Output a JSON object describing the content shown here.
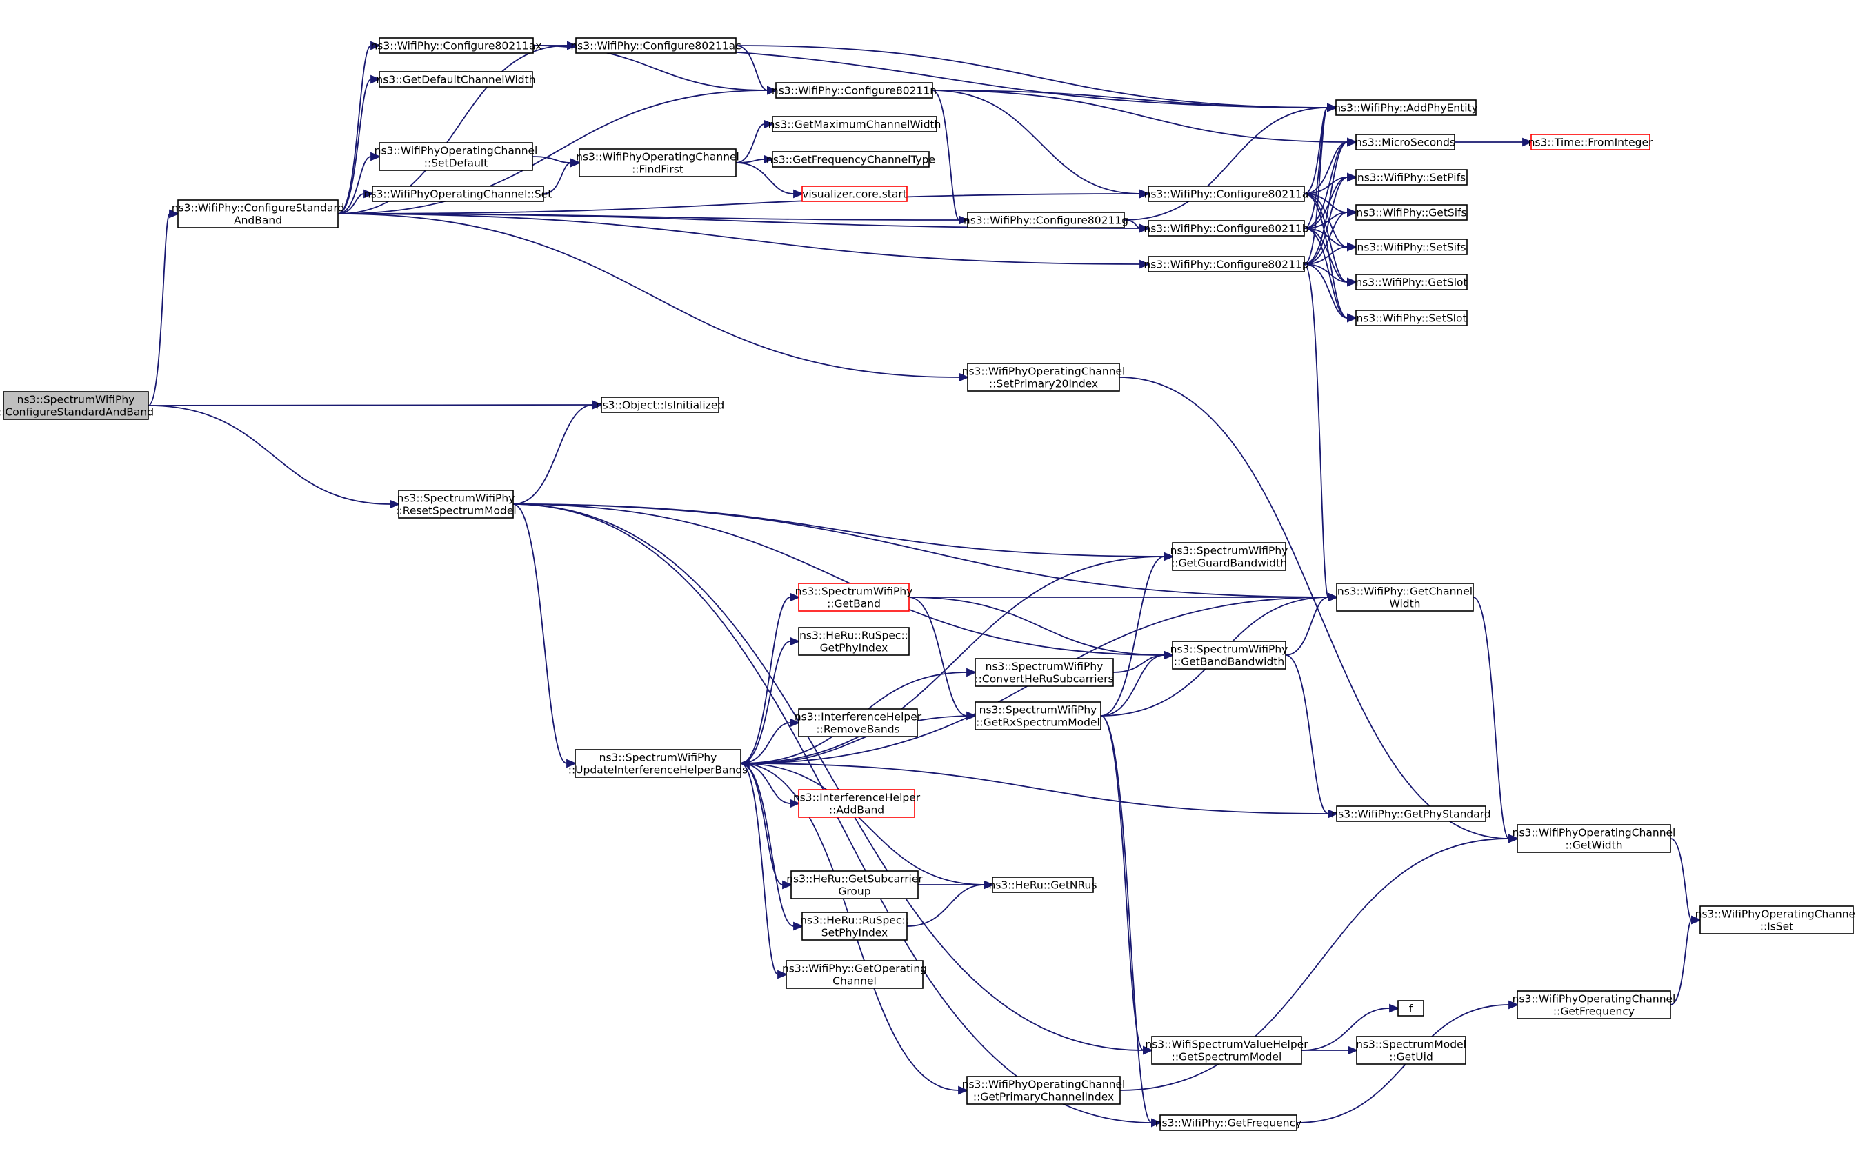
{
  "graph": {
    "edge_color": "#191970",
    "root_fill": "#bfbfbf",
    "truncated_border": "#ff0000",
    "nodes": [
      {
        "id": "root",
        "lines": [
          "ns3::SpectrumWifiPhy",
          "::ConfigureStandardAndBand"
        ],
        "root": true
      },
      {
        "id": "csab",
        "lines": [
          "ns3::WifiPhy::ConfigureStandard",
          "AndBand"
        ]
      },
      {
        "id": "isinit",
        "lines": [
          "ns3::Object::IsInitialized"
        ]
      },
      {
        "id": "rsm",
        "lines": [
          "ns3::SpectrumWifiPhy",
          "::ResetSpectrumModel"
        ]
      },
      {
        "id": "c80211ax",
        "lines": [
          "ns3::WifiPhy::Configure80211ax"
        ]
      },
      {
        "id": "c80211ac",
        "lines": [
          "ns3::WifiPhy::Configure80211ac"
        ]
      },
      {
        "id": "gdcw",
        "lines": [
          "ns3::GetDefaultChannelWidth"
        ]
      },
      {
        "id": "c80211n",
        "lines": [
          "ns3::WifiPhy::Configure80211n"
        ]
      },
      {
        "id": "wocsetdef",
        "lines": [
          "ns3::WifiPhyOperatingChannel",
          "::SetDefault"
        ]
      },
      {
        "id": "wocset",
        "lines": [
          "ns3::WifiPhyOperatingChannel::Set"
        ]
      },
      {
        "id": "findfirst",
        "lines": [
          "ns3::WifiPhyOperatingChannel",
          "::FindFirst"
        ]
      },
      {
        "id": "gmcw",
        "lines": [
          "ns3::GetMaximumChannelWidth"
        ]
      },
      {
        "id": "gfct",
        "lines": [
          "ns3::GetFrequencyChannelType"
        ]
      },
      {
        "id": "viz",
        "lines": [
          "visualizer.core.start"
        ],
        "truncated": true
      },
      {
        "id": "c80211g",
        "lines": [
          "ns3::WifiPhy::Configure80211g"
        ]
      },
      {
        "id": "c80211a",
        "lines": [
          "ns3::WifiPhy::Configure80211a"
        ]
      },
      {
        "id": "c80211b",
        "lines": [
          "ns3::WifiPhy::Configure80211b"
        ]
      },
      {
        "id": "c80211p",
        "lines": [
          "ns3::WifiPhy::Configure80211p"
        ]
      },
      {
        "id": "addphy",
        "lines": [
          "ns3::WifiPhy::AddPhyEntity"
        ]
      },
      {
        "id": "micro",
        "lines": [
          "ns3::MicroSeconds"
        ]
      },
      {
        "id": "fromint",
        "lines": [
          "ns3::Time::FromInteger"
        ],
        "truncated": true
      },
      {
        "id": "setpifs",
        "lines": [
          "ns3::WifiPhy::SetPifs"
        ]
      },
      {
        "id": "getsifs",
        "lines": [
          "ns3::WifiPhy::GetSifs"
        ]
      },
      {
        "id": "setsifs",
        "lines": [
          "ns3::WifiPhy::SetSifs"
        ]
      },
      {
        "id": "getslot",
        "lines": [
          "ns3::WifiPhy::GetSlot"
        ]
      },
      {
        "id": "setslot",
        "lines": [
          "ns3::WifiPhy::SetSlot"
        ]
      },
      {
        "id": "setp20",
        "lines": [
          "ns3::WifiPhyOperatingChannel",
          "::SetPrimary20Index"
        ]
      },
      {
        "id": "getguard",
        "lines": [
          "ns3::SpectrumWifiPhy",
          "::GetGuardBandwidth"
        ]
      },
      {
        "id": "getchw",
        "lines": [
          "ns3::WifiPhy::GetChannel",
          "Width"
        ]
      },
      {
        "id": "getband",
        "lines": [
          "ns3::SpectrumWifiPhy",
          "::GetBand"
        ],
        "truncated": true
      },
      {
        "id": "getbandbw",
        "lines": [
          "ns3::SpectrumWifiPhy",
          "::GetBandBandwidth"
        ]
      },
      {
        "id": "ruphy",
        "lines": [
          "ns3::HeRu::RuSpec::",
          "GetPhyIndex"
        ]
      },
      {
        "id": "convhe",
        "lines": [
          "ns3::SpectrumWifiPhy",
          "::ConvertHeRuSubcarriers"
        ]
      },
      {
        "id": "getrxsm",
        "lines": [
          "ns3::SpectrumWifiPhy",
          "::GetRxSpectrumModel"
        ]
      },
      {
        "id": "removeb",
        "lines": [
          "ns3::InterferenceHelper",
          "::RemoveBands"
        ]
      },
      {
        "id": "uihb",
        "lines": [
          "ns3::SpectrumWifiPhy",
          "::UpdateInterferenceHelperBands"
        ]
      },
      {
        "id": "addband",
        "lines": [
          "ns3::InterferenceHelper",
          "::AddBand"
        ],
        "truncated": true
      },
      {
        "id": "getphystd",
        "lines": [
          "ns3::WifiPhy::GetPhyStandard"
        ]
      },
      {
        "id": "wocgetw",
        "lines": [
          "ns3::WifiPhyOperatingChannel",
          "::GetWidth"
        ]
      },
      {
        "id": "subgrp",
        "lines": [
          "ns3::HeRu::GetSubcarrier",
          "Group"
        ]
      },
      {
        "id": "getnrus",
        "lines": [
          "ns3::HeRu::GetNRus"
        ]
      },
      {
        "id": "setphyidx",
        "lines": [
          "ns3::HeRu::RuSpec::",
          "SetPhyIndex"
        ]
      },
      {
        "id": "isset",
        "lines": [
          "ns3::WifiPhyOperatingChannel",
          "::IsSet"
        ]
      },
      {
        "id": "getopch",
        "lines": [
          "ns3::WifiPhy::GetOperating",
          "Channel"
        ]
      },
      {
        "id": "f",
        "lines": [
          "f"
        ]
      },
      {
        "id": "wocgetf",
        "lines": [
          "ns3::WifiPhyOperatingChannel",
          "::GetFrequency"
        ]
      },
      {
        "id": "wsvh",
        "lines": [
          "ns3::WifiSpectrumValueHelper",
          "::GetSpectrumModel"
        ]
      },
      {
        "id": "getuid",
        "lines": [
          "ns3::SpectrumModel",
          "::GetUid"
        ]
      },
      {
        "id": "getprim",
        "lines": [
          "ns3::WifiPhyOperatingChannel",
          "::GetPrimaryChannelIndex"
        ]
      },
      {
        "id": "getfreq",
        "lines": [
          "ns3::WifiPhy::GetFrequency"
        ]
      }
    ],
    "edges": [
      [
        "root",
        "csab"
      ],
      [
        "root",
        "isinit"
      ],
      [
        "root",
        "rsm"
      ],
      [
        "csab",
        "c80211ax"
      ],
      [
        "csab",
        "c80211ac"
      ],
      [
        "csab",
        "gdcw"
      ],
      [
        "csab",
        "c80211n"
      ],
      [
        "csab",
        "wocsetdef"
      ],
      [
        "csab",
        "wocset"
      ],
      [
        "csab",
        "c80211g"
      ],
      [
        "csab",
        "c80211a"
      ],
      [
        "csab",
        "c80211b"
      ],
      [
        "csab",
        "c80211p"
      ],
      [
        "csab",
        "setp20"
      ],
      [
        "c80211ax",
        "c80211ac"
      ],
      [
        "c80211ax",
        "c80211n"
      ],
      [
        "c80211ax",
        "addphy"
      ],
      [
        "c80211ac",
        "c80211n"
      ],
      [
        "c80211ac",
        "addphy"
      ],
      [
        "c80211n",
        "c80211g"
      ],
      [
        "c80211n",
        "addphy"
      ],
      [
        "c80211n",
        "micro"
      ],
      [
        "c80211n",
        "c80211a"
      ],
      [
        "wocsetdef",
        "findfirst"
      ],
      [
        "wocset",
        "findfirst"
      ],
      [
        "findfirst",
        "gmcw"
      ],
      [
        "findfirst",
        "gfct"
      ],
      [
        "findfirst",
        "viz"
      ],
      [
        "c80211g",
        "c80211b"
      ],
      [
        "c80211g",
        "addphy"
      ],
      [
        "c80211a",
        "addphy"
      ],
      [
        "c80211a",
        "micro"
      ],
      [
        "c80211a",
        "setpifs"
      ],
      [
        "c80211a",
        "getsifs"
      ],
      [
        "c80211a",
        "setsifs"
      ],
      [
        "c80211a",
        "getslot"
      ],
      [
        "c80211a",
        "setslot"
      ],
      [
        "c80211b",
        "addphy"
      ],
      [
        "c80211b",
        "micro"
      ],
      [
        "c80211b",
        "setpifs"
      ],
      [
        "c80211b",
        "getsifs"
      ],
      [
        "c80211b",
        "setsifs"
      ],
      [
        "c80211b",
        "getslot"
      ],
      [
        "c80211b",
        "setslot"
      ],
      [
        "c80211p",
        "micro"
      ],
      [
        "c80211p",
        "setpifs"
      ],
      [
        "c80211p",
        "getsifs"
      ],
      [
        "c80211p",
        "setsifs"
      ],
      [
        "c80211p",
        "getslot"
      ],
      [
        "c80211p",
        "setslot"
      ],
      [
        "c80211p",
        "addphy"
      ],
      [
        "c80211p",
        "getchw"
      ],
      [
        "micro",
        "fromint"
      ],
      [
        "setp20",
        "wocgetw"
      ],
      [
        "rsm",
        "isinit"
      ],
      [
        "rsm",
        "getchw"
      ],
      [
        "rsm",
        "getguard"
      ],
      [
        "rsm",
        "getbandbw"
      ],
      [
        "rsm",
        "uihb"
      ],
      [
        "rsm",
        "wsvh"
      ],
      [
        "rsm",
        "getfreq"
      ],
      [
        "uihb",
        "getguard"
      ],
      [
        "uihb",
        "getchw"
      ],
      [
        "uihb",
        "getband"
      ],
      [
        "uihb",
        "ruphy"
      ],
      [
        "uihb",
        "convhe"
      ],
      [
        "uihb",
        "removeb"
      ],
      [
        "uihb",
        "addband"
      ],
      [
        "uihb",
        "getnrus"
      ],
      [
        "uihb",
        "subgrp"
      ],
      [
        "uihb",
        "setphyidx"
      ],
      [
        "uihb",
        "getopch"
      ],
      [
        "uihb",
        "getphystd"
      ],
      [
        "uihb",
        "getprim"
      ],
      [
        "getband",
        "getchw"
      ],
      [
        "getband",
        "getbandbw"
      ],
      [
        "getband",
        "getrxsm"
      ],
      [
        "convhe",
        "getbandbw"
      ],
      [
        "getrxsm",
        "uihb"
      ],
      [
        "getrxsm",
        "getguard"
      ],
      [
        "getrxsm",
        "getbandbw"
      ],
      [
        "getrxsm",
        "getchw"
      ],
      [
        "getrxsm",
        "wsvh"
      ],
      [
        "getrxsm",
        "getfreq"
      ],
      [
        "getbandbw",
        "getchw"
      ],
      [
        "getbandbw",
        "getphystd"
      ],
      [
        "getchw",
        "wocgetw"
      ],
      [
        "wocgetw",
        "isset"
      ],
      [
        "subgrp",
        "getnrus"
      ],
      [
        "setphyidx",
        "getnrus"
      ],
      [
        "wsvh",
        "f"
      ],
      [
        "wsvh",
        "getuid"
      ],
      [
        "getprim",
        "wocgetw"
      ],
      [
        "getfreq",
        "wocgetf"
      ],
      [
        "wocgetf",
        "isset"
      ]
    ]
  }
}
